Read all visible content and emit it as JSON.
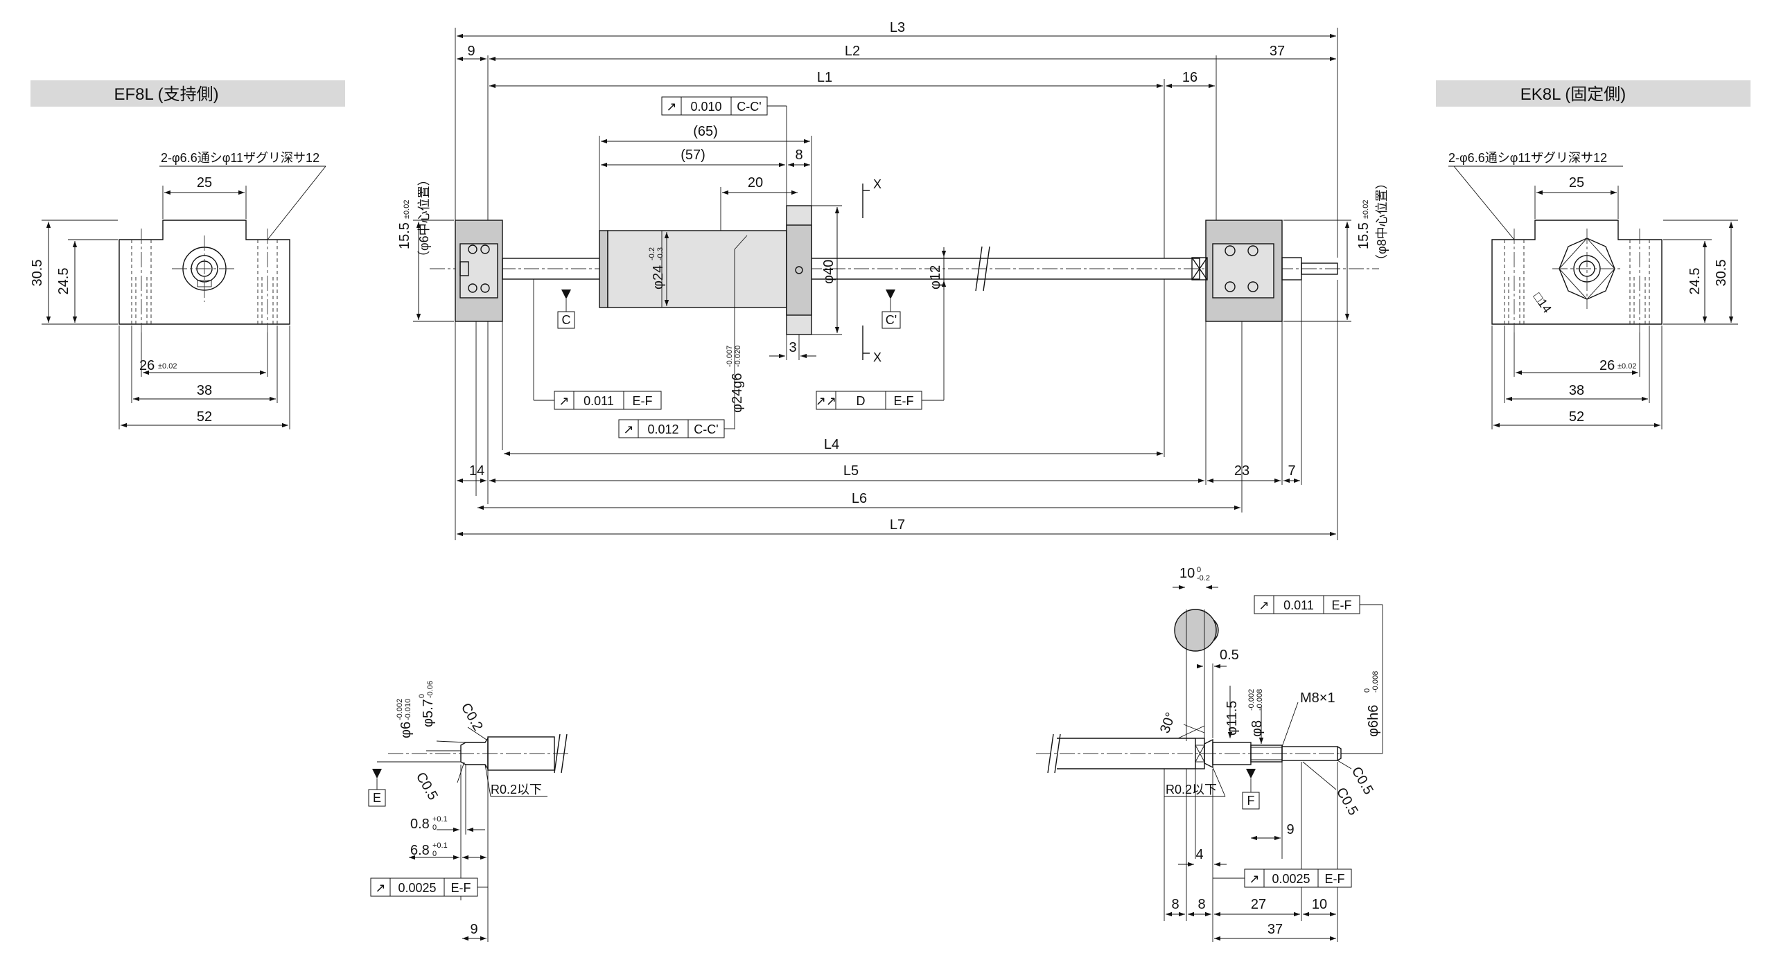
{
  "headers": {
    "left": "EF8L (支持側)",
    "right": "EK8L (固定側)"
  },
  "left_view": {
    "hole_note": "2-φ6.6通シφ11ザグリ深サ12",
    "dim_top": "25",
    "dim_h_outer": "30.5",
    "dim_h_inner": "24.5",
    "dim_pitch": "26",
    "dim_pitch_tol": "±0.02",
    "dim_38": "38",
    "dim_52": "52"
  },
  "right_view": {
    "hole_note": "2-φ6.6通シφ11ザグリ深サ12",
    "dim_top": "25",
    "dim_h_outer": "30.5",
    "dim_h_inner": "24.5",
    "dim_pitch": "26",
    "dim_pitch_tol": "±0.02",
    "dim_38": "38",
    "dim_52": "52",
    "square": "□14"
  },
  "main": {
    "L3": "L3",
    "L2": "L2",
    "L1": "L1",
    "L4": "L4",
    "L5": "L5",
    "L6": "L6",
    "L7": "L7",
    "d9": "9",
    "d37": "37",
    "d16": "16",
    "d65": "(65)",
    "d57": "(57)",
    "d8": "8",
    "d20": "20",
    "d3": "3",
    "d14": "14",
    "d23": "23",
    "d7": "7",
    "phi40": "φ40",
    "phi12": "φ12",
    "phi24": "φ24",
    "phi24_tol_top": "-0.2",
    "phi24_tol_bot": "-0.3",
    "phi24g6": "φ24g6",
    "phi24g6_tol_top": "-0.007",
    "phi24g6_tol_bot": "-0.020",
    "left_height": "15.5",
    "left_height_tol": "±0.02",
    "left_center": "（φ6中心位置）",
    "right_height": "15.5",
    "right_height_tol": "±0.02",
    "right_center": "（φ8中心位置）",
    "datum_c": "C",
    "datum_c2": "C'",
    "section_x": "X",
    "gdt1_sym": "↗",
    "gdt1_val": "0.010",
    "gdt1_ref": "C-C'",
    "gdt2_sym": "↗",
    "gdt2_val": "0.011",
    "gdt2_ref": "E-F",
    "gdt3_sym": "↗",
    "gdt3_val": "0.012",
    "gdt3_ref": "C-C'",
    "gdt4_sym": "↗↗",
    "gdt4_val": "D",
    "gdt4_ref": "E-F"
  },
  "detail_left": {
    "phi6": "φ6",
    "phi6_tol_top": "-0.002",
    "phi6_tol_bot": "-0.010",
    "phi57": "φ5.7",
    "phi57_tol_top": "0",
    "phi57_tol_bot": "-0.06",
    "c02": "C0.2",
    "c05": "C0.5",
    "r02": "R0.2以下",
    "datum_e": "E",
    "d08": "0.8",
    "d08_tol_top": "+0.1",
    "d08_tol_bot": "0",
    "d68": "6.8",
    "d68_tol_top": "+0.1",
    "d68_tol_bot": "0",
    "gdt_sym": "↗",
    "gdt_val": "0.0025",
    "gdt_ref": "E-F",
    "d9": "9"
  },
  "detail_right": {
    "d10": "10",
    "d10_tol_top": "0",
    "d10_tol_bot": "-0.2",
    "d05": "0.5",
    "phi115": "φ11.5",
    "phi8": "φ8",
    "phi8_tol_top": "-0.002",
    "phi8_tol_bot": "-0.008",
    "phi6h6": "φ6h6",
    "phi6h6_tol_top": "0",
    "phi6h6_tol_bot": "-0.008",
    "ang30": "30°",
    "m8": "M8×1",
    "c05a": "C0.5",
    "c05b": "C0.5",
    "r02": "R0.2以下",
    "datum_f": "F",
    "d9": "9",
    "d4": "4",
    "d8a": "8",
    "d8b": "8",
    "d27": "27",
    "d10b": "10",
    "d37": "37",
    "gdt1_sym": "↗",
    "gdt1_val": "0.011",
    "gdt1_ref": "E-F",
    "gdt2_sym": "↗",
    "gdt2_val": "0.0025",
    "gdt2_ref": "E-F"
  }
}
